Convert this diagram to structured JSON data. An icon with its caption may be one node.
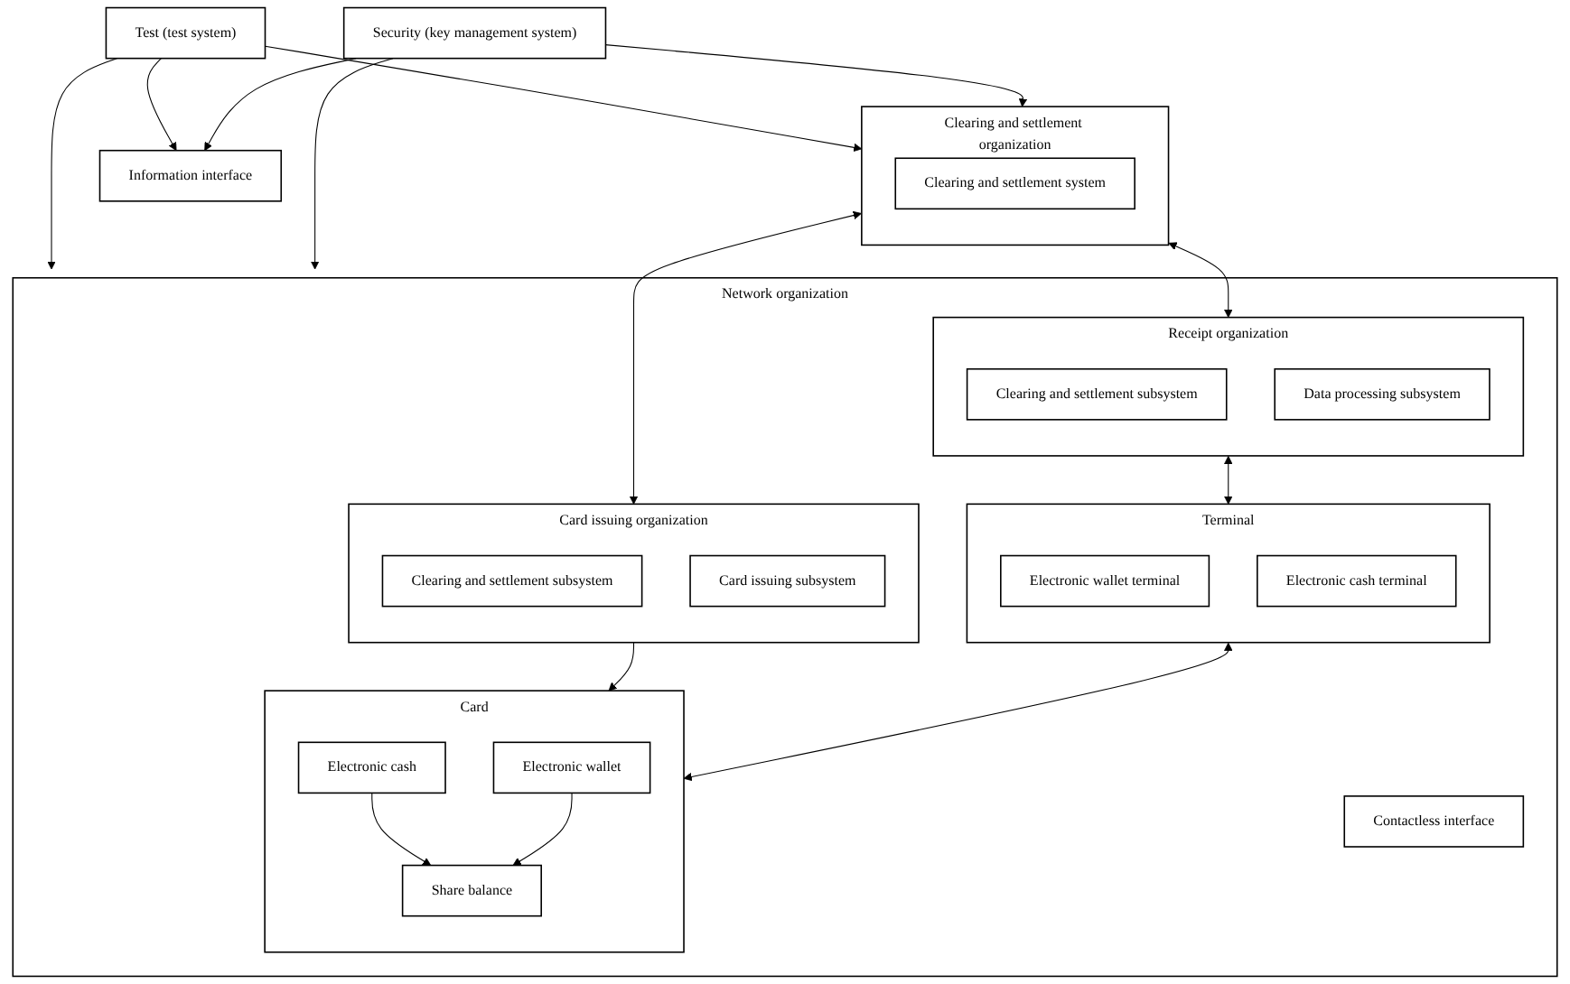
{
  "diagram": {
    "nodes": [
      {
        "text": [
          "Test (test system)"
        ]
      },
      {
        "text": [
          "Clearing and settlement organization"
        ]
      },
      {
        "text": [
          "Clearing and settlement system"
        ],
        "in": 1
      },
      {
        "text": [
          "Information interface"
        ]
      },
      {
        "text": [
          "Network organization"
        ]
      },
      {
        "text": [
          "Receipt organization"
        ],
        "in": 4
      },
      {
        "text": [
          "Clearing and settlement subsystem"
        ],
        "in": 5
      },
      {
        "text": [
          "Data processing subsystem"
        ],
        "in": 5
      },
      {
        "text": [
          "Card issuing organization"
        ],
        "in": 4
      },
      {
        "text": [
          "Clearing and settlement subsystem"
        ],
        "in": 8
      },
      {
        "text": [
          "Card issuing subsystem"
        ],
        "in": 8
      },
      {
        "text": [
          "Terminal"
        ],
        "in": 4
      },
      {
        "text": [
          "Electronic wallet terminal"
        ],
        "in": 11
      },
      {
        "text": [
          "Electronic cash terminal"
        ],
        "in": 11
      },
      {
        "text": [
          "Contactless interface"
        ],
        "in": 4
      },
      {
        "text": [
          "Card"
        ],
        "in": 4
      },
      {
        "text": [
          "Electronic cash"
        ],
        "in": 15
      },
      {
        "text": [
          "Electronic wallet"
        ],
        "in": 15
      },
      {
        "text": [
          "Share balance"
        ],
        "in": 15
      },
      {
        "text": [
          "Security (key management system)"
        ]
      }
    ],
    "edges": [
      {
        "from": 0,
        "to": 1,
        "arrow": "to"
      },
      {
        "from": 0,
        "to": 3,
        "arrow": "to"
      },
      {
        "from": 0,
        "to": 4,
        "arrow": "to"
      },
      {
        "from": 19,
        "to": 1,
        "arrow": "to"
      },
      {
        "from": 19,
        "to": 3,
        "arrow": "to"
      },
      {
        "from": 19,
        "to": 4,
        "arrow": "to"
      },
      {
        "from": 1,
        "to": 5,
        "arrow": "both"
      },
      {
        "from": 1,
        "to": 8,
        "arrow": "both"
      },
      {
        "from": 5,
        "to": 11,
        "arrow": "both"
      },
      {
        "from": 8,
        "to": 15,
        "arrow": "to"
      },
      {
        "from": 11,
        "to": 15,
        "arrow": "both"
      },
      {
        "from": 16,
        "to": 18,
        "arrow": "to"
      },
      {
        "from": 17,
        "to": 18,
        "arrow": "to"
      }
    ]
  }
}
